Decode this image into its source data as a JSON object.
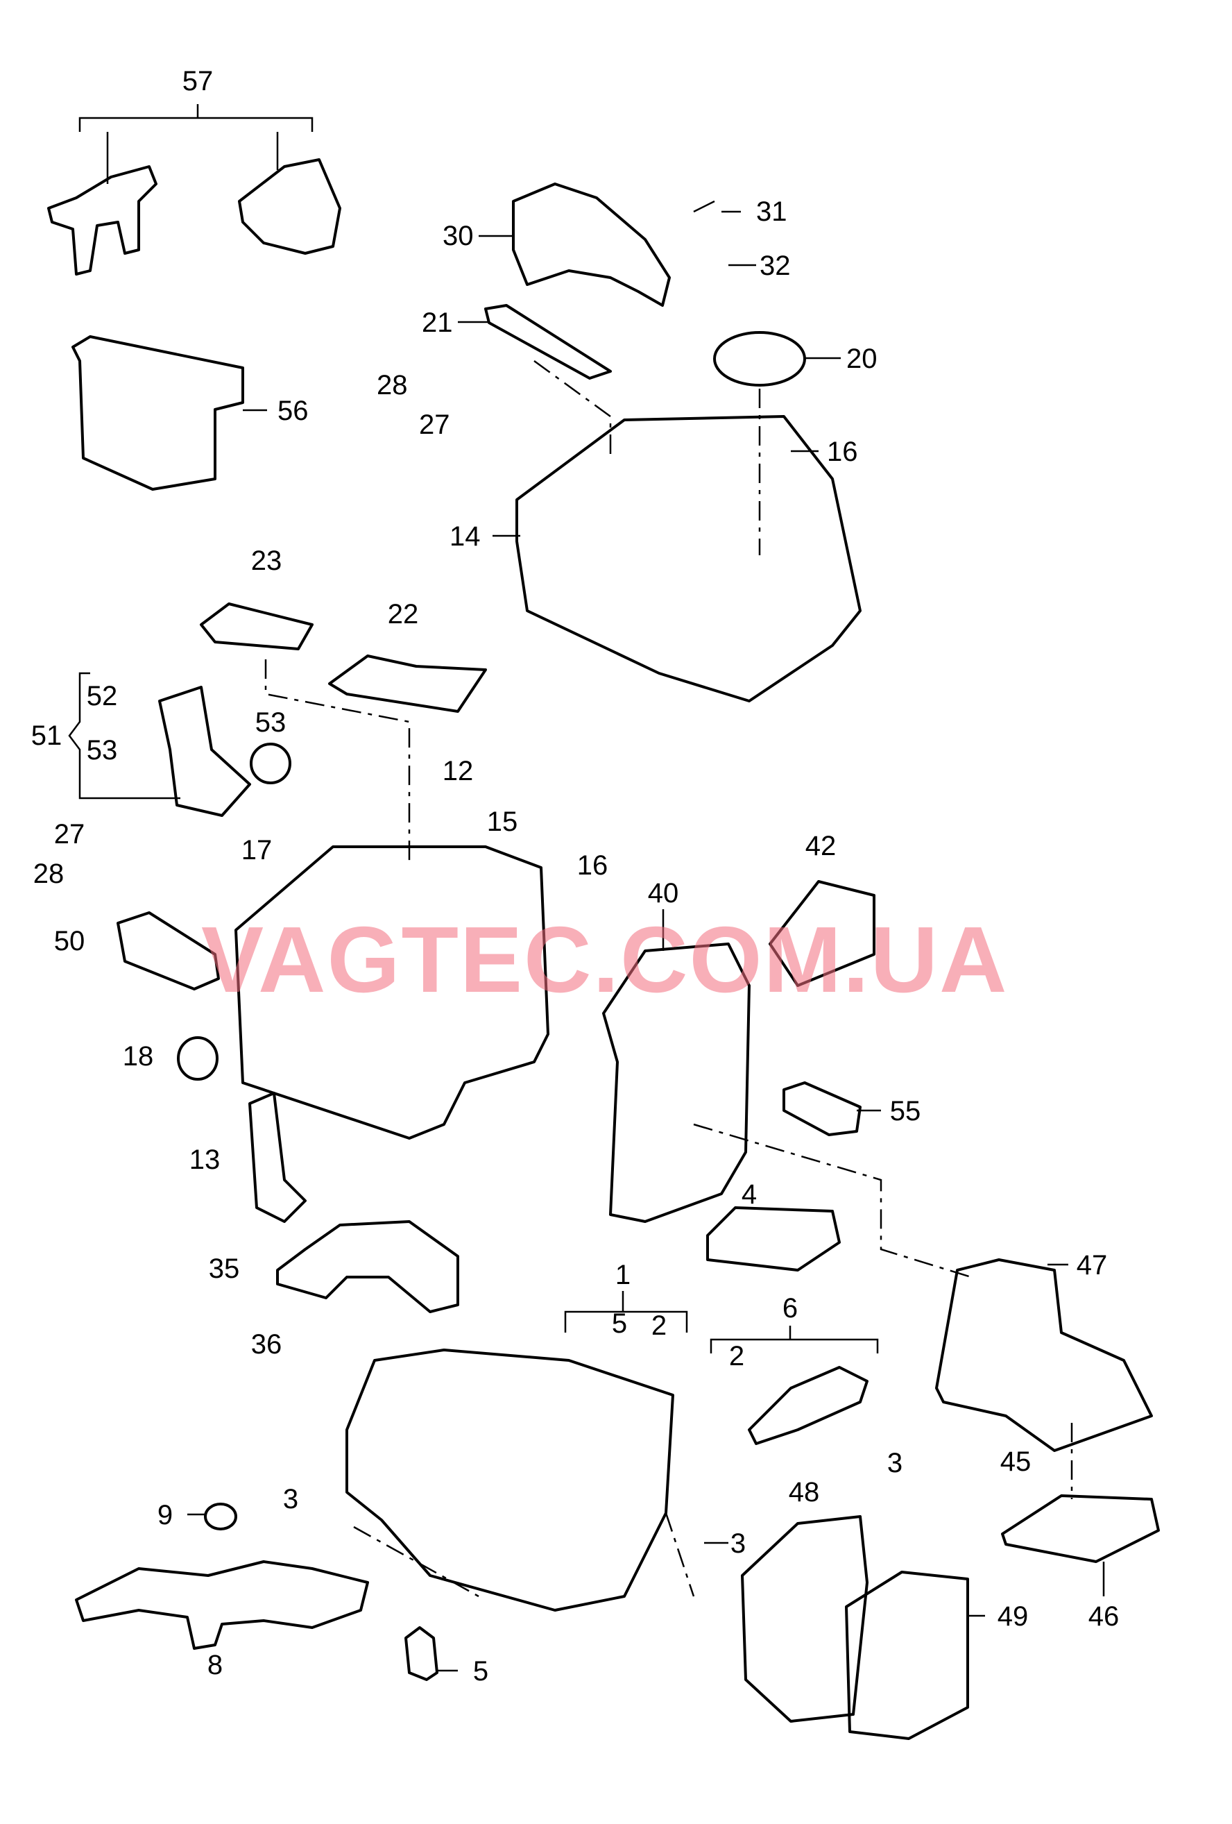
{
  "watermark": "VAGTEC.COM.UA",
  "callouts": {
    "p57": "57",
    "p31": "31",
    "p30": "30",
    "p32": "32",
    "p21": "21",
    "p20": "20",
    "p28a": "28",
    "p56": "56",
    "p27a": "27",
    "p16a": "16",
    "p14": "14",
    "p23": "23",
    "p22": "22",
    "p52": "52",
    "p51": "51",
    "p53a": "53",
    "p53b": "53",
    "p12": "12",
    "p15": "15",
    "p27b": "27",
    "p42": "42",
    "p17": "17",
    "p16b": "16",
    "p28b": "28",
    "p40": "40",
    "p50": "50",
    "p18": "18",
    "p55": "55",
    "p13": "13",
    "p4": "4",
    "p35": "35",
    "p47": "47",
    "p1": "1",
    "p6": "6",
    "p5a": "5",
    "p2a": "2",
    "p36": "36",
    "p2b": "2",
    "p45": "45",
    "p3a": "3",
    "p3b": "3",
    "p48": "48",
    "p9": "9",
    "p3c": "3",
    "p49": "49",
    "p46": "46",
    "p8": "8",
    "p5b": "5"
  }
}
